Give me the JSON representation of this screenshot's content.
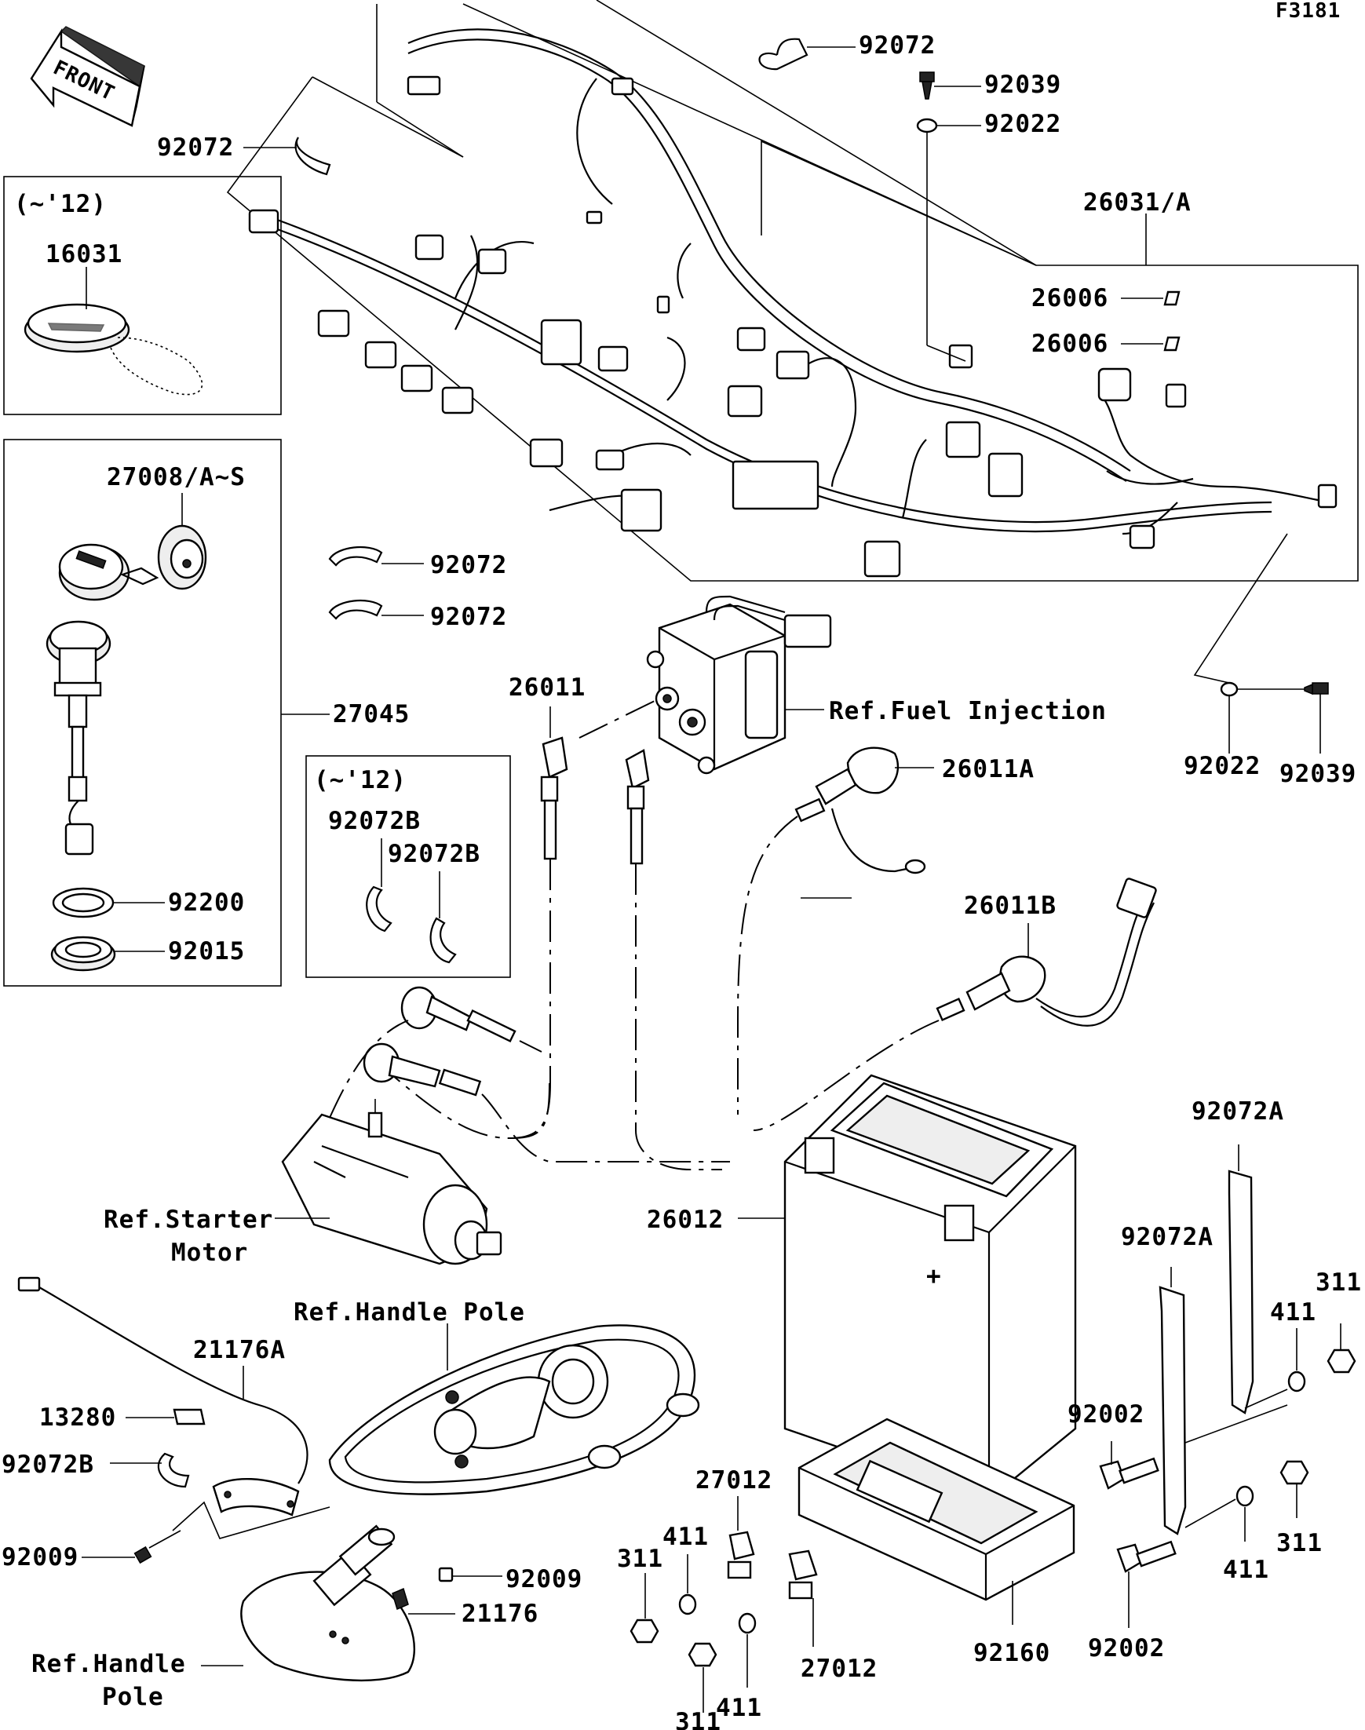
{
  "figure_code": "F3181",
  "front_label": "FRONT",
  "labels": {
    "p92072_a": "92072",
    "p92039_a": "92039",
    "p92022_a": "92022",
    "p92072_b": "92072",
    "p26031": "26031/A",
    "p26006_a": "26006",
    "p26006_b": "26006",
    "year_a": "(~'12)",
    "p16031": "16031",
    "p27008": "27008/A~S",
    "p92072_c": "92072",
    "p92072_d": "92072",
    "p26011": "26011",
    "ref_fuel": "Ref.Fuel Injection",
    "p92022_b": "92022",
    "p92039_b": "92039",
    "p27045": "27045",
    "year_b": "(~'12)",
    "p92072B_a": "92072B",
    "p92072B_b": "92072B",
    "p26011A": "26011A",
    "p92200": "92200",
    "p92015": "92015",
    "p26011B": "26011B",
    "p92072A_a": "92072A",
    "ref_starter_1": "Ref.Starter",
    "ref_starter_2": "Motor",
    "p26012": "26012",
    "p92072A_b": "92072A",
    "p311_a": "311",
    "ref_handle_a": "Ref.Handle Pole",
    "p21176A": "21176A",
    "p411_a": "411",
    "p13280": "13280",
    "p92002_a": "92002",
    "p92072B_c": "92072B",
    "p27012_a": "27012",
    "p411_b": "411",
    "p311_b": "311",
    "p92009_a": "92009",
    "p311_c": "311",
    "p92009_b": "92009",
    "p411_c": "411",
    "p21176": "21176",
    "ref_handle_b1": "Ref.Handle",
    "ref_handle_b2": "Pole",
    "p27012_b": "27012",
    "p92160": "92160",
    "p92002_b": "92002",
    "p411_d": "411",
    "p311_d": "311"
  }
}
